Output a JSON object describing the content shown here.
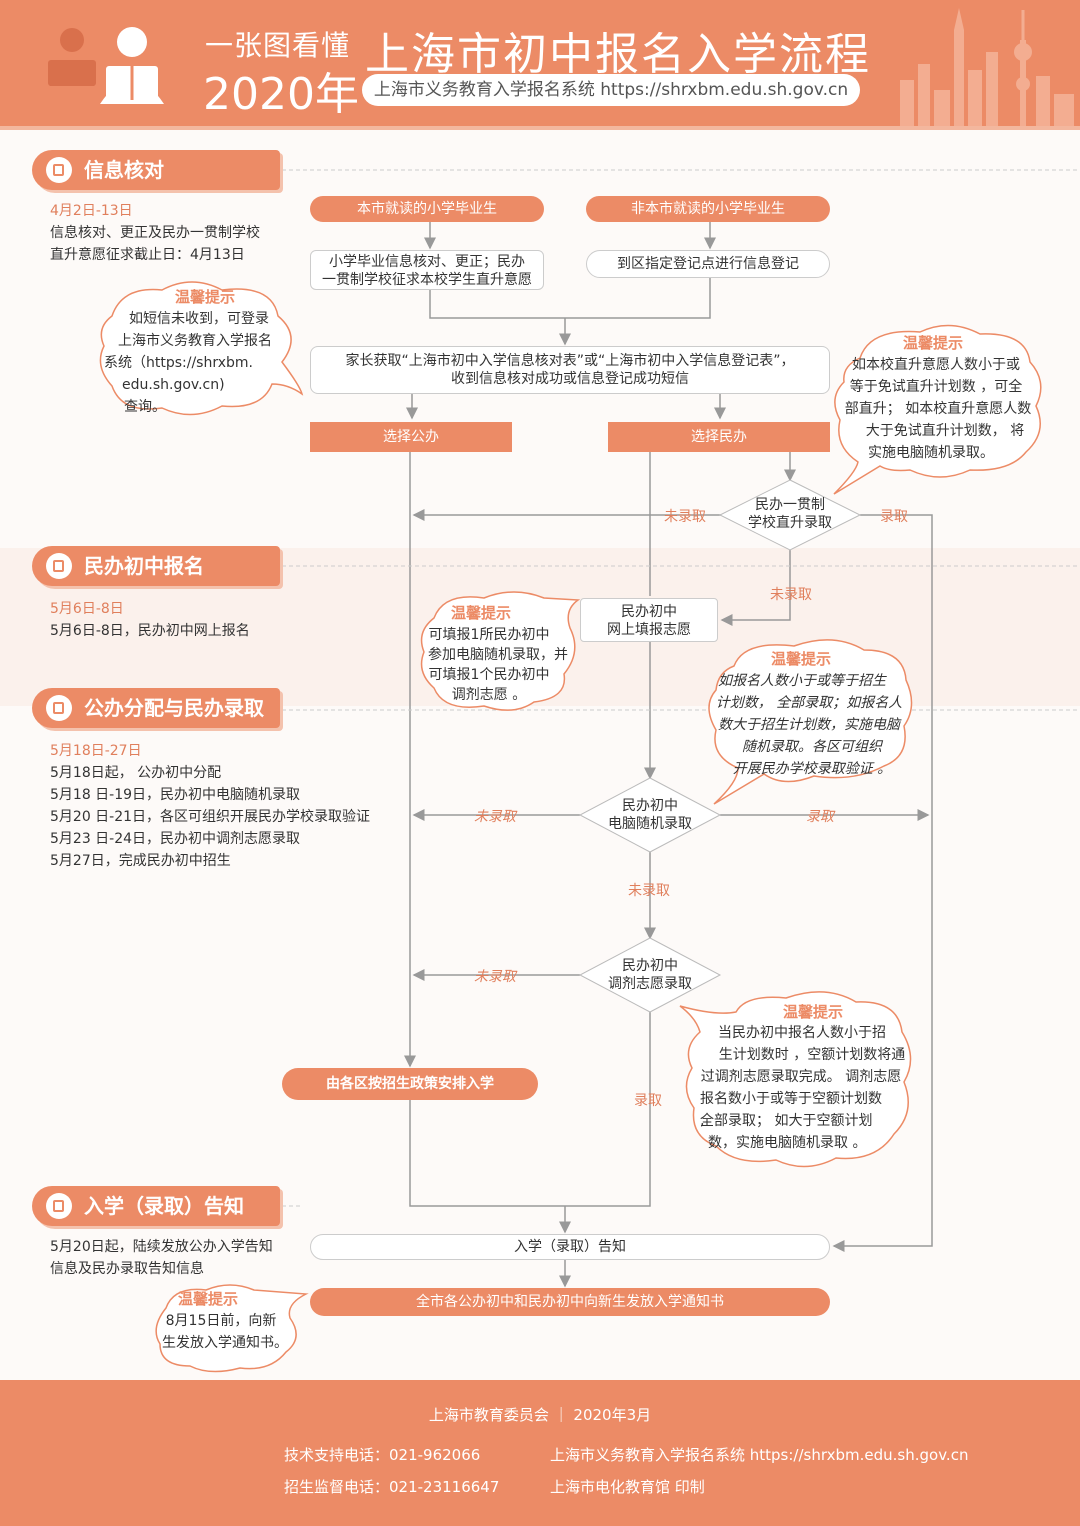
{
  "header": {
    "subtitle": "一张图看懂",
    "year": "2020年",
    "title": "上海市初中报名入学流程",
    "system_url": "上海市义务教育入学报名系统 https://shrxbm.edu.sh.gov.cn"
  },
  "sections": {
    "s1": {
      "title": "信息核对",
      "date": "4月2日-13日",
      "lines": [
        "信息核对、更正及民办一贯制学校",
        "直升意愿征求截止日：4月13日"
      ]
    },
    "s2": {
      "title": "民办初中报名",
      "date": "5月6日-8日",
      "lines": [
        "5月6日-8日，民办初中网上报名"
      ]
    },
    "s3": {
      "title": "公办分配与民办录取",
      "date": "5月18日-27日",
      "lines": [
        "5月18日起， 公办初中分配",
        "5月18 日-19日，民办初中电脑随机录取",
        "5月20 日-21日，各区可组织开展民办学校录取验证",
        "5月23 日-24日，民办初中调剂志愿录取",
        "5月27日，完成民办初中招生"
      ]
    },
    "s4": {
      "title": "入学（录取）告知",
      "lines": [
        "5月20日起，陆续发放公办入学告知",
        "信息及民办录取告知信息"
      ]
    }
  },
  "tips": {
    "heading": "温馨提示",
    "t1": [
      "如短信未收到，可登录",
      "上海市义务教育入学报名",
      "系统（https://shrxbm.",
      "edu.sh.gov.cn)",
      "查询。"
    ],
    "t2": [
      "如本校直升意愿人数小于或",
      "等于免试直升计划数 ，可全",
      "部直升； 如本校直升意愿人数",
      "大于免试直升计划数， 将",
      "实施电脑随机录取。"
    ],
    "t3": [
      "可填报1所民办初中",
      "参加电脑随机录取，并",
      "可填报1个民办初中",
      "调剂志愿 。"
    ],
    "t4": [
      "如报名人数小于或等于招生",
      "计划数， 全部录取；如报名人",
      "数大于招生计划数，实施电脑",
      "随机录取。各区可组织",
      "开展民办学校录取验证 。"
    ],
    "t5": [
      "当民办初中报名人数小于招",
      "生计划数时 ，空额计划数将通",
      "过调剂志愿录取完成。 调剂志愿",
      "报名数小于或等于空额计划数 ,",
      "全部录取； 如大于空额计划",
      "数，实施电脑随机录取 。"
    ],
    "t6": [
      "8月15日前，向新",
      "生发放入学通知书。"
    ]
  },
  "flow": {
    "local_grad": "本市就读的小学毕业生",
    "nonlocal_grad": "非本市就读的小学毕业生",
    "local_step": [
      "小学毕业信息核对、更正；民办",
      "一贯制学校征求本校学生直升意愿"
    ],
    "nonlocal_step": "到区指定登记点进行信息登记",
    "parent_step": [
      "家长获取“上海市初中入学信息核对表”或“上海市初中入学信息登记表”，",
      "收到信息核对成功或信息登记成功短信"
    ],
    "choose_public": "选择公办",
    "choose_private": "选择民办",
    "direct_admit": [
      "民办一贯制",
      "学校直升录取"
    ],
    "online_apply": [
      "民办初中",
      "网上填报志愿"
    ],
    "computer_admit": [
      "民办初中",
      "电脑随机录取"
    ],
    "adjust_admit": [
      "民办初中",
      "调剂志愿录取"
    ],
    "district_arrange": "由各区按招生政策安排入学",
    "notice": "入学（录取）告知",
    "final": "全市各公办初中和民办初中向新生发放入学通知书",
    "not_admitted": "未录取",
    "admitted": "录取"
  },
  "footer": {
    "org": "上海市教育委员会  ｜  2020年3月",
    "tech": "技术支持电话：021-962066",
    "supervise": "招生监督电话：021-23116647",
    "system": "上海市义务教育入学报名系统  https://shrxbm.edu.sh.gov.cn",
    "printer": "上海市电化教育馆  印制"
  },
  "colors": {
    "accent": "#ec8b66",
    "accent_light": "#f4c2ad",
    "band": "#fbeee7"
  }
}
